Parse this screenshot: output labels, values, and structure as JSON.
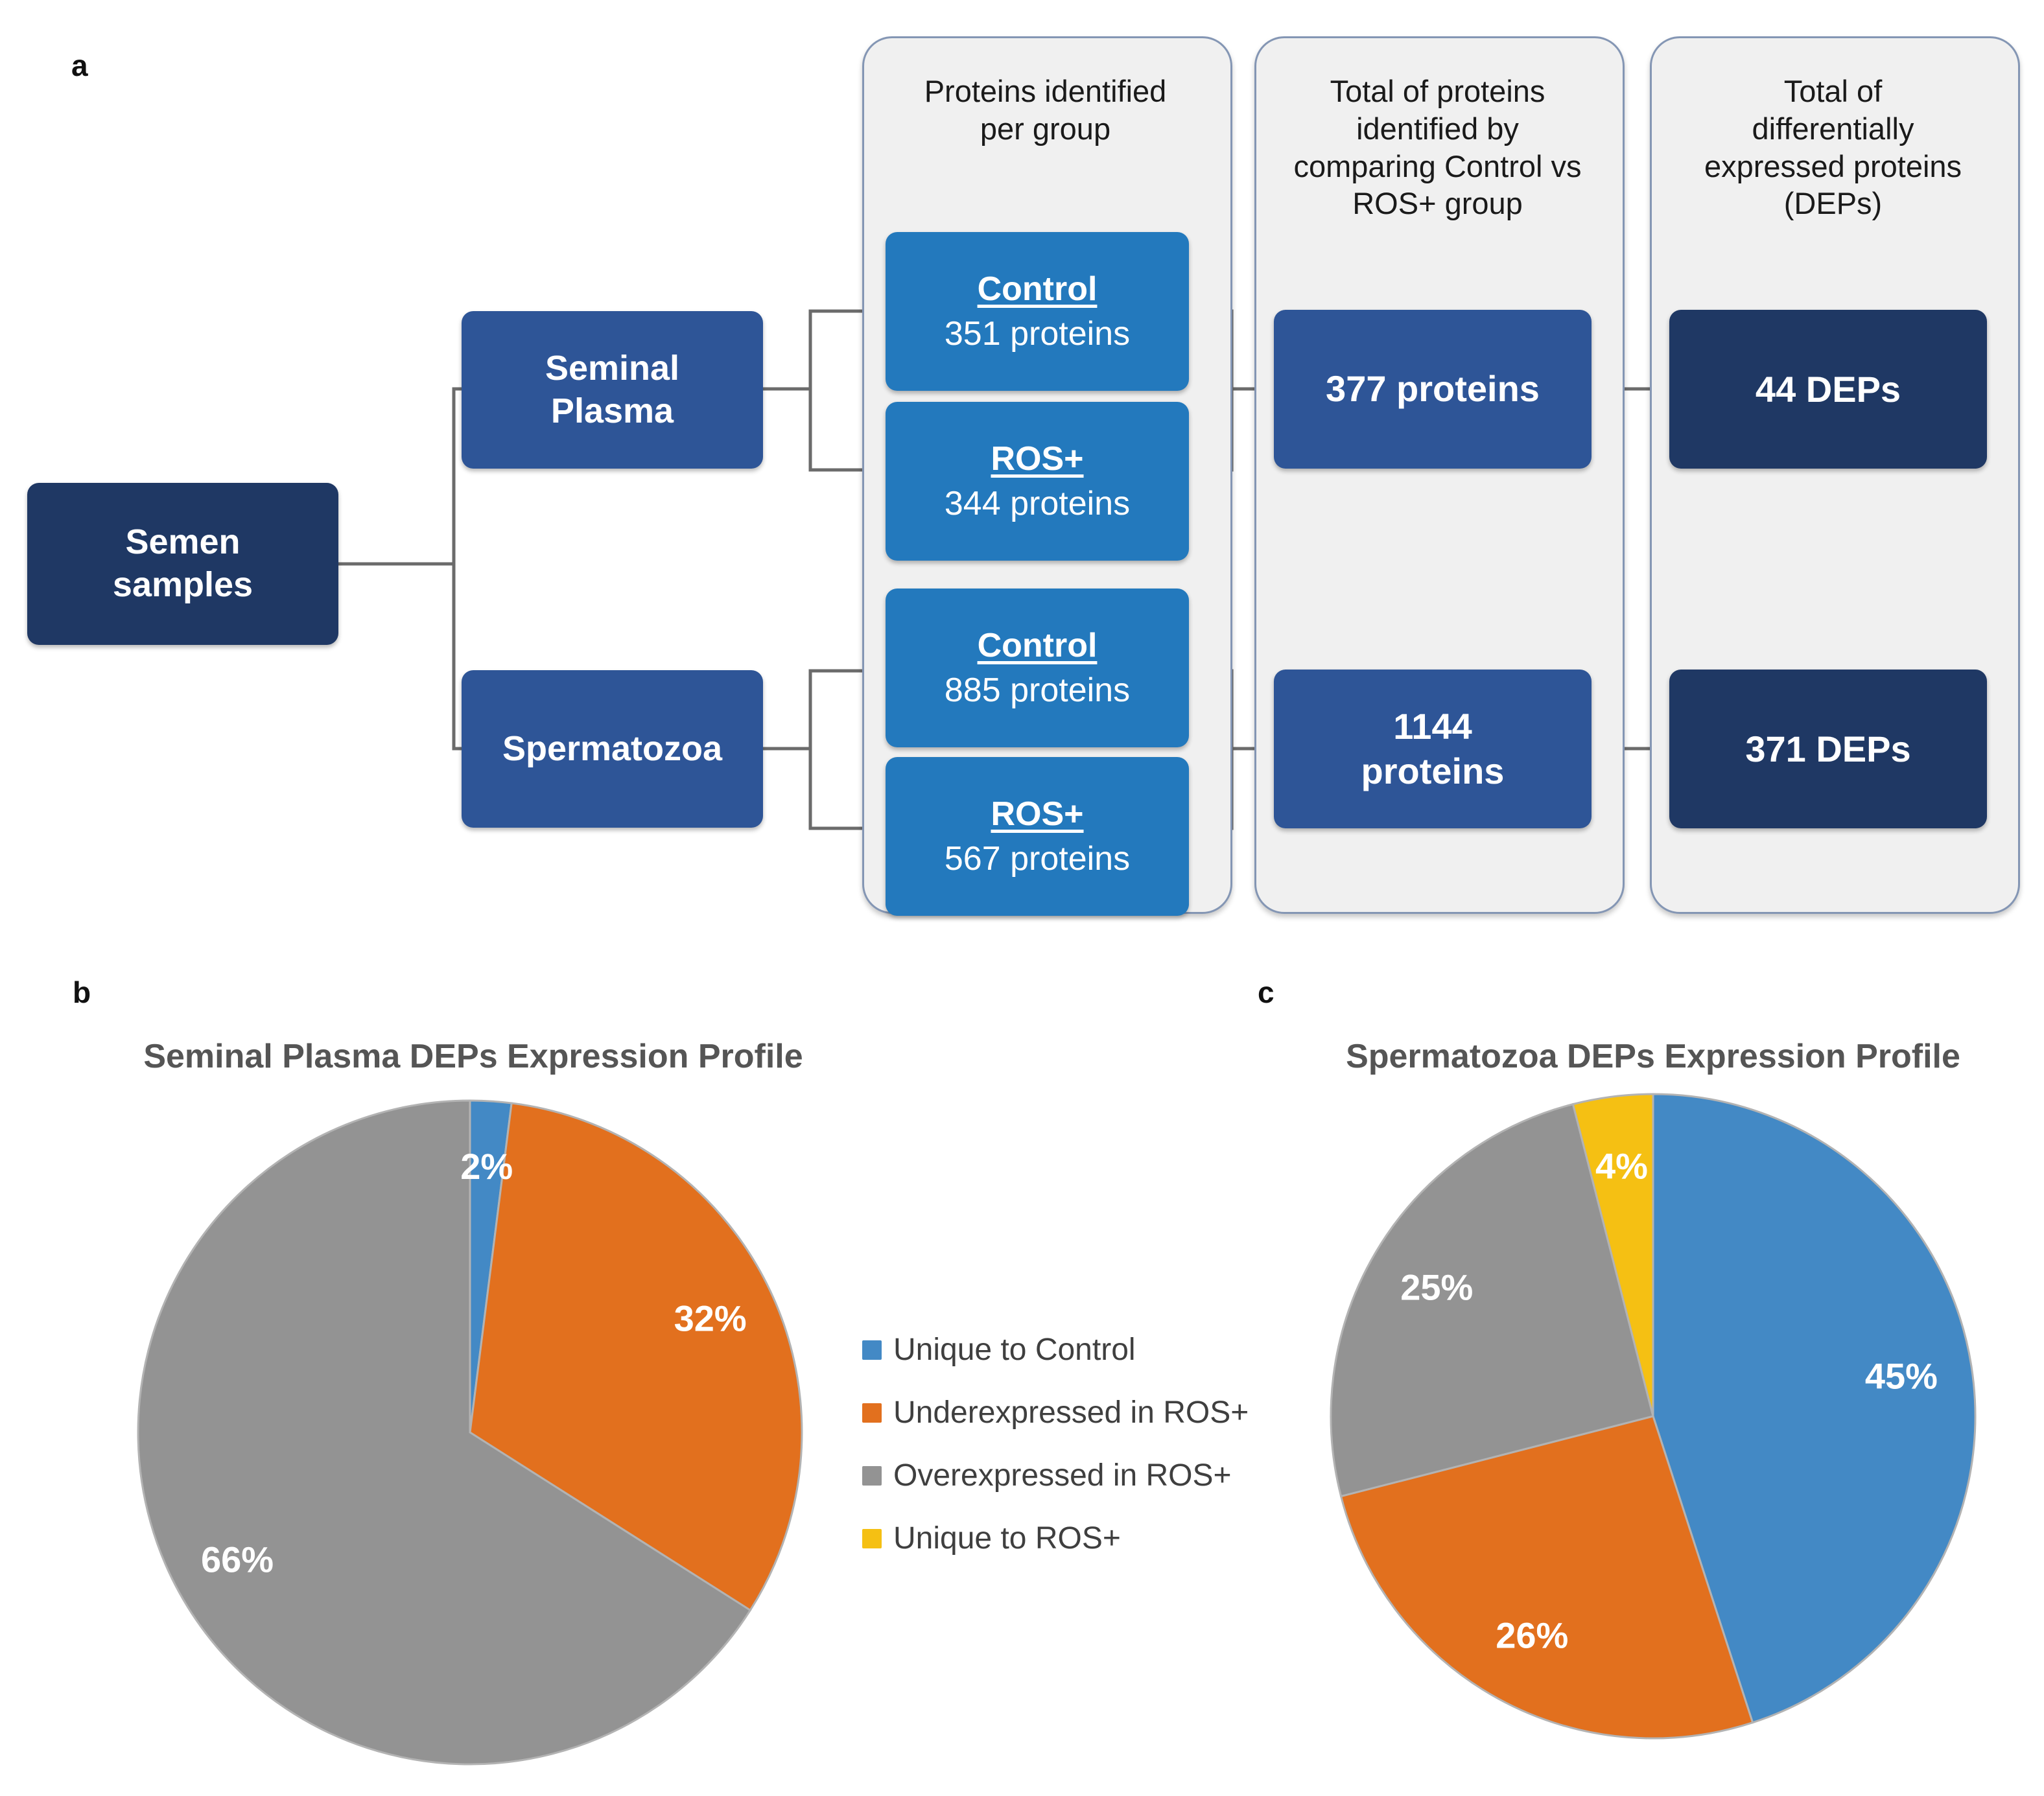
{
  "figure": {
    "panel_a_letter": "a",
    "panel_b_letter": "b",
    "panel_c_letter": "c"
  },
  "flow": {
    "group_headers": [
      "Proteins identified per group",
      "Total of proteins identified by comparing Control vs ROS+ group",
      "Total of differentially expressed proteins (DEPs)"
    ],
    "group_header_lines": {
      "col1": [
        "Proteins identified",
        "per group"
      ],
      "col2": [
        "Total of proteins",
        "identified by",
        "comparing Control vs",
        "ROS+ group"
      ],
      "col3": [
        "Total of",
        "differentially",
        "expressed proteins",
        "(DEPs)"
      ]
    },
    "root": {
      "line1": "Semen",
      "line2": "samples"
    },
    "branches": [
      {
        "line1": "Seminal",
        "line2": "Plasma"
      },
      {
        "line1": "Spermatozoa",
        "line2": ""
      }
    ],
    "groups": [
      {
        "title": "Control",
        "value": "351 proteins"
      },
      {
        "title": "ROS+",
        "value": "344 proteins"
      },
      {
        "title": "Control",
        "value": "885 proteins"
      },
      {
        "title": "ROS+",
        "value": "567 proteins"
      }
    ],
    "totals": [
      {
        "line1": "377 proteins",
        "line2": ""
      },
      {
        "line1": "1144",
        "line2": "proteins"
      }
    ],
    "deps": [
      {
        "label": "44 DEPs"
      },
      {
        "label": "371 DEPs"
      }
    ]
  },
  "colors": {
    "dark_navy": "#1f3864",
    "mid_blue": "#2e5597",
    "light_blue": "#2379bd",
    "panel_fill": "#f0f0f0",
    "panel_border": "#8496b4",
    "connector": "#6b6b6b",
    "series_unique_control": "#4389c5",
    "series_under_ros": "#e2701e",
    "series_over_ros": "#939393",
    "series_unique_ros": "#f5c013",
    "title_gray": "#555555"
  },
  "legend": {
    "items": [
      {
        "label": "Unique to Control",
        "color": "#4389c5"
      },
      {
        "label": "Underexpressed in ROS+",
        "color": "#e2701e"
      },
      {
        "label": "Overexpressed in ROS+",
        "color": "#939393"
      },
      {
        "label": "Unique to ROS+",
        "color": "#f5c013"
      }
    ]
  },
  "chart_data": [
    {
      "type": "pie",
      "title": "Seminal Plasma DEPs Expression Profile",
      "panel": "b",
      "categories": [
        "Unique to Control",
        "Underexpressed in ROS+",
        "Overexpressed in ROS+",
        "Unique to ROS+"
      ],
      "values": [
        2,
        32,
        66,
        0
      ],
      "labels": [
        "2%",
        "32%",
        "66%",
        ""
      ],
      "colors": [
        "#4389c5",
        "#e2701e",
        "#939393",
        "#f5c013"
      ],
      "unit": "%",
      "legend_position": "right",
      "start_angle_deg": 0
    },
    {
      "type": "pie",
      "title": "Spermatozoa DEPs Expression Profile",
      "panel": "c",
      "categories": [
        "Unique to Control",
        "Underexpressed in ROS+",
        "Overexpressed in ROS+",
        "Unique to ROS+"
      ],
      "values": [
        45,
        26,
        25,
        4
      ],
      "labels": [
        "45%",
        "26%",
        "25%",
        "4%"
      ],
      "colors": [
        "#4389c5",
        "#e2701e",
        "#939393",
        "#f5c013"
      ],
      "unit": "%",
      "legend_position": "left",
      "start_angle_deg": 0
    }
  ]
}
